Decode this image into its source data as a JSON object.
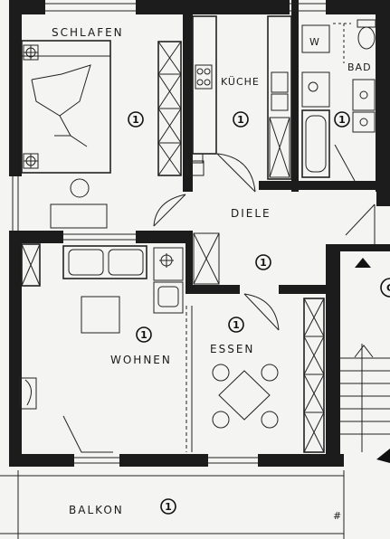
{
  "rooms": {
    "schlafen": "SCHLAFEN",
    "kueche": "KÜCHE",
    "bad": "BAD",
    "diele": "DIELE",
    "wohnen": "WOHNEN",
    "essen": "ESSEN",
    "balkon": "BALKON"
  },
  "fixtures": {
    "washer": "W"
  },
  "markers": {
    "room_count": "1",
    "stair_edge": "G"
  },
  "symbols": {
    "hash": "#"
  },
  "colors": {
    "wall": "#1c1c1c",
    "line": "#222222",
    "paper": "#f4f4f2"
  }
}
